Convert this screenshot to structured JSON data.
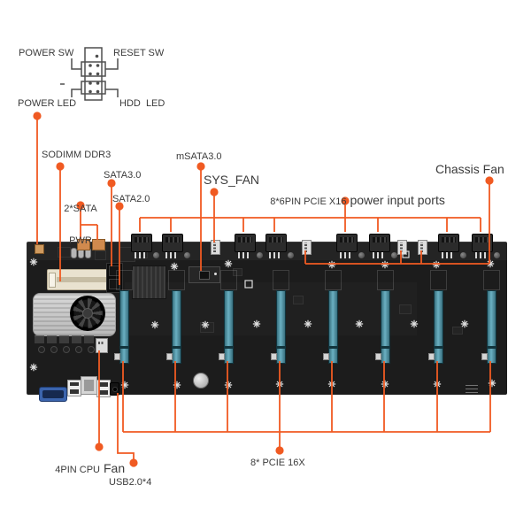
{
  "diagram": {
    "front_panel_header": {
      "power_sw": "POWER SW",
      "reset_sw": "RESET SW",
      "power_led": "POWER LED",
      "hdd_led": "HDD  LED"
    },
    "callouts": {
      "sodimm": "SODIMM DDR3",
      "sata_power_line1": "2*SATA",
      "sata_power_line2": "PWR",
      "sata3": "SATA3.0",
      "sata2": "SATA2.0",
      "msata": "mSATA3.0",
      "sys_fan": "SYS_FAN",
      "pcie_power_prefix": "8*6PIN PCIE X16",
      "pcie_power_main": "power input ports",
      "chassis_fan": "Chassis Fan",
      "cpu_fan_prefix": "4PIN CPU",
      "cpu_fan_main": "Fan",
      "usb": "USB2.0*4",
      "pcie_slots": "8* PCIE 16X"
    },
    "colors": {
      "accent_orange": "#F05A22",
      "label_text": "#3B3B3B",
      "board_black": "#1C1C1C",
      "pcie_slot_teal": "#5FA7BA",
      "sodimm_cream": "#E9E2CF"
    }
  }
}
